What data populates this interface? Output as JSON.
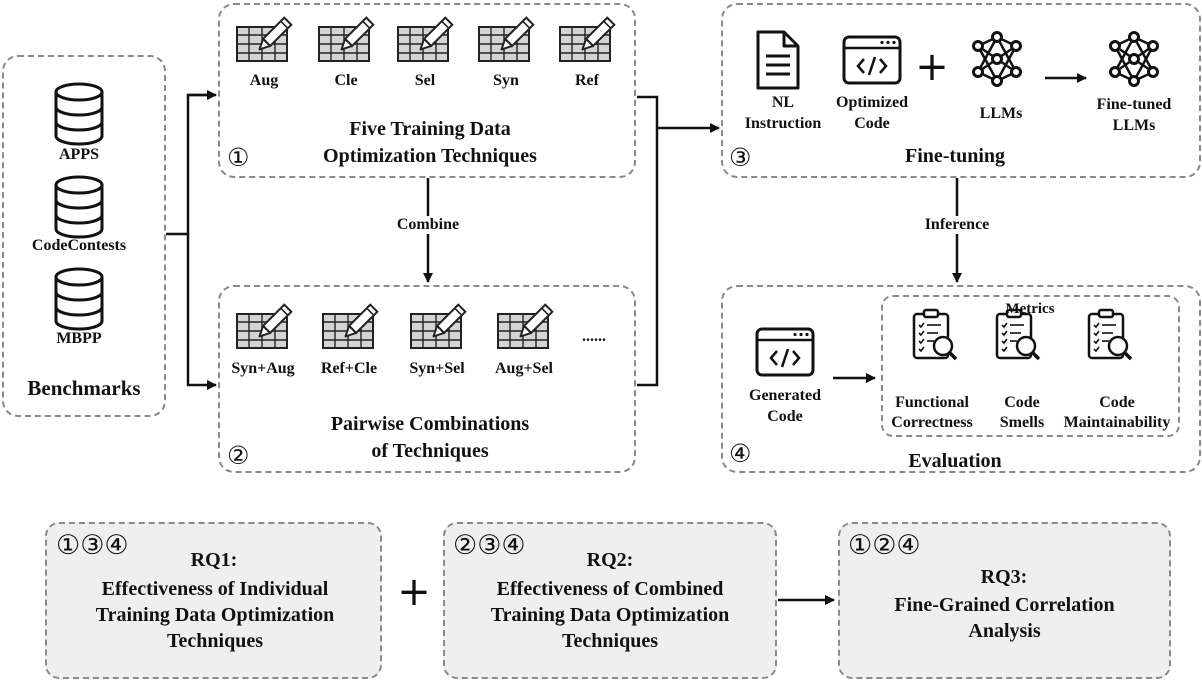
{
  "benchmarks": {
    "title": "Benchmarks",
    "items": [
      "APPS",
      "CodeContests",
      "MBPP"
    ]
  },
  "stage1": {
    "number": "①",
    "techniques": [
      "Aug",
      "Cle",
      "Sel",
      "Syn",
      "Ref"
    ],
    "title_line1": "Five Training Data",
    "title_line2": "Optimization Techniques"
  },
  "combine_label": "Combine",
  "stage2": {
    "number": "②",
    "combinations": [
      "Syn+Aug",
      "Ref+Cle",
      "Syn+Sel",
      "Aug+Sel"
    ],
    "ellipsis": "......",
    "title_line1": "Pairwise Combinations",
    "title_line2": "of Techniques"
  },
  "stage3": {
    "number": "③",
    "title": "Fine-tuning",
    "nl_instruction": [
      "NL",
      "Instruction"
    ],
    "optimized_code": [
      "Optimized",
      "Code"
    ],
    "plus": "+",
    "llms": "LLMs",
    "fine_tuned": [
      "Fine-tuned",
      "LLMs"
    ]
  },
  "inference_label": "Inference",
  "stage4": {
    "number": "④",
    "title": "Evaluation",
    "generated_code": [
      "Generated",
      "Code"
    ],
    "metrics_title": "Metrics",
    "metrics": [
      [
        "Functional",
        "Correctness"
      ],
      [
        "Code",
        "Smells"
      ],
      [
        "Code",
        "Maintainability"
      ]
    ]
  },
  "rq1": {
    "numbers": "①③④",
    "title": "RQ1:",
    "lines": [
      "Effectiveness of Individual",
      "Training Data Optimization",
      "Techniques"
    ]
  },
  "rq_plus": "+",
  "rq2": {
    "numbers": "②③④",
    "title": "RQ2:",
    "lines": [
      "Effectiveness of Combined",
      "Training Data Optimization",
      "Techniques"
    ]
  },
  "rq3": {
    "numbers": "①②④",
    "title": "RQ3:",
    "lines": [
      "Fine-Grained Correlation",
      "Analysis"
    ]
  },
  "colors": {
    "border": "#8a8a8a",
    "rq_fill": "#efefef",
    "icon_fill": "#d4d4d4",
    "text": "#111111"
  }
}
